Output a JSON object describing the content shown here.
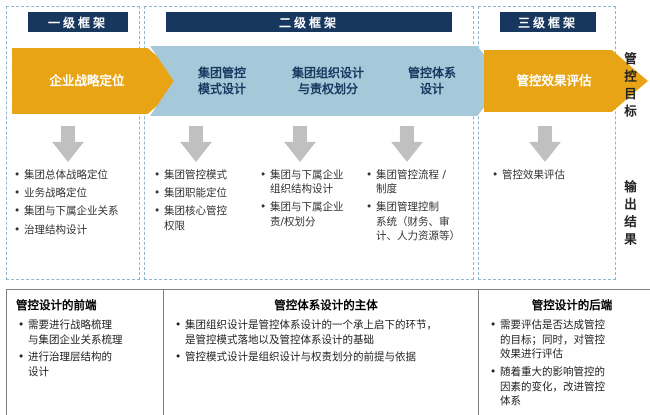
{
  "headers": [
    "一级框架",
    "二级框架",
    "三级框架"
  ],
  "chevrons": [
    {
      "label": "企业战略定位",
      "color": "#E8A414"
    },
    {
      "label": "集团管控\n模式设计",
      "color": "#A6C9D9"
    },
    {
      "label": "集团组织设计\n与责权划分",
      "color": "#A6C9D9"
    },
    {
      "label": "管控体系\n设计",
      "color": "#A6C9D9"
    },
    {
      "label": "管控效果评估",
      "color": "#E8A414"
    }
  ],
  "side_labels": {
    "goal": "管控目标",
    "output": "输出结果"
  },
  "lists": [
    {
      "items": [
        "集团总体战略定位",
        "业务战略定位",
        "集团与下属企业关系",
        "治理结构设计"
      ]
    },
    {
      "items": [
        "集团管控模式",
        "集团职能定位",
        "集团核心管控\n权限"
      ]
    },
    {
      "items": [
        "集团与下属企业\n组织结构设计",
        "集团与下属企业\n责/权划分"
      ]
    },
    {
      "items": [
        "集团管控流程 /\n制度",
        "集团管理控制\n系统（财务、审\n计、人力资源等）"
      ]
    },
    {
      "items": [
        "管控效果评估"
      ]
    }
  ],
  "boxes": [
    {
      "title": "管控设计的前端",
      "items": [
        "需要进行战略梳理\n与集团企业关系梳理",
        "进行治理层结构的\n设计"
      ]
    },
    {
      "title": "管控体系设计的主体",
      "items": [
        "集团组织设计是管控体系设计的一个承上启下的环节，\n是管控模式落地以及管控体系设计的基础",
        "管控模式设计是组织设计与权责划分的前提与依据"
      ]
    },
    {
      "title": "管控设计的后端",
      "items": [
        "需要评估是否达成管控\n的目标；同时，对管控\n效果进行评估",
        "随着重大的影响管控的\n因素的变化，改进管控\n体系"
      ]
    }
  ],
  "colors": {
    "header_bg": "#17375E",
    "gold": "#E8A414",
    "light_blue": "#A6C9D9",
    "arrow_gray": "#C0C0C0",
    "dashed_border": "#8FB4CC",
    "chevron_text_dark": "#17375E",
    "body_text": "#333333"
  }
}
